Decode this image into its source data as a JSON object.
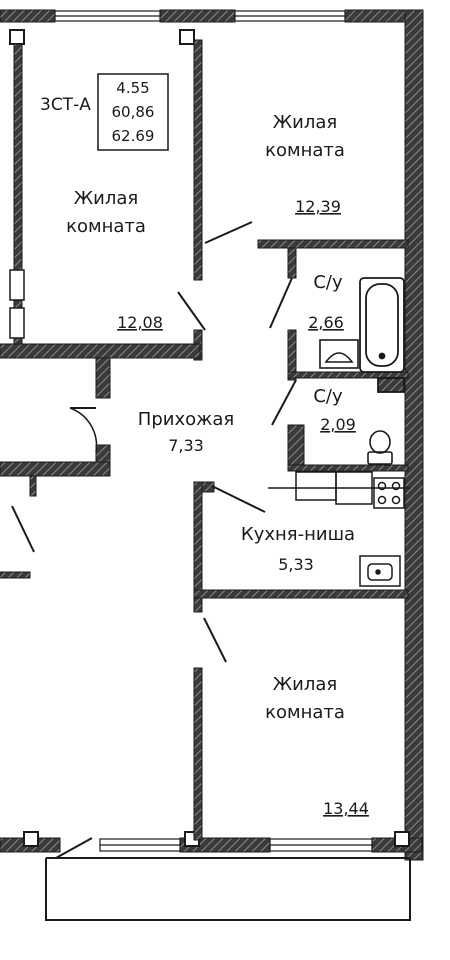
{
  "apartment": {
    "code": "3СТ-А",
    "areas": [
      "4.55",
      "60,86",
      "62.69"
    ]
  },
  "rooms": {
    "living_top_left": {
      "line1": "Жилая",
      "line2": "комната",
      "area": "12,08"
    },
    "living_top_right": {
      "line1": "Жилая",
      "line2": "комната",
      "area": "12,39"
    },
    "bathroom_1": {
      "label": "С/у",
      "area": "2,66"
    },
    "bathroom_2": {
      "label": "С/у",
      "area": "2,09"
    },
    "hallway": {
      "label": "Прихожая",
      "area": "7,33"
    },
    "kitchen": {
      "label": "Кухня-ниша",
      "area": "5,33"
    },
    "living_bottom": {
      "line1": "Жилая",
      "line2": "комната",
      "area": "13,44"
    }
  },
  "colors": {
    "wall": "#2f2f2f",
    "wall_hatch": "#6a6a6a",
    "line": "#1a1a1a",
    "background": "#ffffff"
  }
}
